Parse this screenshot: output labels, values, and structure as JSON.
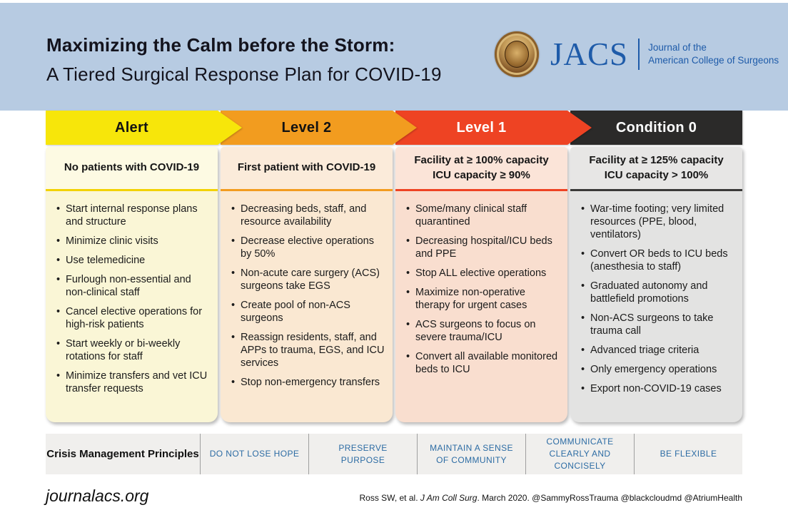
{
  "header": {
    "title_bold": "Maximizing the Calm before the Storm:",
    "title_regular": "A Tiered Surgical Response Plan for COVID-19",
    "logo": {
      "wordmark": "JACS",
      "tagline_line1": "Journal of the",
      "tagline_line2": "American College of Surgeons",
      "brand_blue": "#1E5BA9"
    },
    "band_color": "#B7CBE2"
  },
  "columns": [
    {
      "level": "Alert",
      "subtitle_lines": [
        "No patients with COVID-19"
      ],
      "colors": {
        "arrow": "#F7E60A",
        "header_text": "#121212",
        "subtitle_bg": "#FDFAE3",
        "panel_bg": "#FAF6D6",
        "accent": "#F2D203"
      },
      "bullets": [
        "Start internal response plans and structure",
        "Minimize clinic visits",
        "Use telemedicine",
        "Furlough non-essential and non-clinical staff",
        "Cancel elective operations for high-risk patients",
        "Start weekly or bi-weekly rotations for staff",
        "Minimize transfers and vet ICU transfer requests"
      ]
    },
    {
      "level": "Level 2",
      "subtitle_lines": [
        "First patient with COVID-19"
      ],
      "colors": {
        "arrow": "#F29C1F",
        "header_text": "#121212",
        "subtitle_bg": "#FBEBDA",
        "panel_bg": "#FAE8D2",
        "accent": "#F29C1F"
      },
      "bullets": [
        "Decreasing beds, staff, and resource availability",
        "Decrease elective operations by 50%",
        "Non-acute care surgery (ACS) surgeons take EGS",
        "Create pool of non-ACS surgeons",
        "Reassign residents, staff, and APPs to trauma, EGS, and ICU services",
        "Stop non-emergency transfers"
      ]
    },
    {
      "level": "Level 1",
      "subtitle_lines": [
        "Facility at ≥ 100% capacity",
        "ICU capacity ≥ 90%"
      ],
      "colors": {
        "arrow": "#EE4323",
        "header_text": "#ffffff",
        "subtitle_bg": "#FBE4D8",
        "panel_bg": "#F9DECF",
        "accent": "#EE4323"
      },
      "bullets": [
        "Some/many clinical staff quarantined",
        "Decreasing hospital/ICU beds and PPE",
        "Stop ALL elective operations",
        "Maximize non-operative therapy for urgent cases",
        "ACS surgeons to focus on severe trauma/ICU",
        "Convert all available monitored beds to ICU"
      ]
    },
    {
      "level": "Condition 0",
      "subtitle_lines": [
        "Facility at ≥ 125% capacity",
        "ICU capacity > 100%"
      ],
      "colors": {
        "arrow": "#2B2A29",
        "header_text": "#ffffff",
        "subtitle_bg": "#E7E6E5",
        "panel_bg": "#E3E3E2",
        "accent": "#3A3938"
      },
      "bullets": [
        "War-time footing; very limited resources (PPE, blood, ventilators)",
        "Convert OR beds to ICU beds (anesthesia to staff)",
        "Graduated autonomy and battlefield promotions",
        "Non-ACS surgeons to take trauma call",
        "Advanced triage criteria",
        "Only emergency operations",
        "Export non-COVID-19 cases"
      ]
    }
  ],
  "principles": {
    "label": "Crisis Management Principles",
    "items": [
      "DO NOT LOSE HOPE",
      "PRESERVE PURPOSE",
      "MAINTAIN A SENSE OF COMMUNITY",
      "COMMUNICATE CLEARLY AND CONCISELY",
      "BE FLEXIBLE"
    ],
    "text_color": "#2D6CA4"
  },
  "footer": {
    "site": "journalacs.org",
    "citation_prefix": "Ross SW, et al. ",
    "citation_italic": "J Am Coll Surg",
    "citation_suffix": ". March 2020. @SammyRossTrauma @blackcloudmd @AtriumHealth"
  }
}
